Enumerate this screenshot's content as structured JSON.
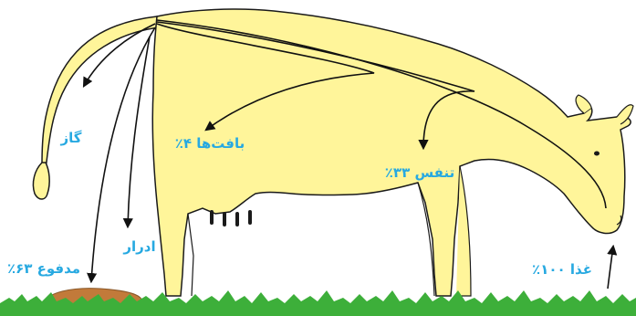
{
  "colors": {
    "cow_fill": "#FFF59A",
    "cow_stroke": "#1A1A1A",
    "label": "#27A9E1",
    "arrow": "#111111",
    "grass": "#3DAF3A",
    "manure": "#C27A3A"
  },
  "icons": {
    "animal": "cow-icon",
    "ground": "grass-icon",
    "waste": "manure-pile-icon"
  },
  "labels": {
    "gas": "گاز",
    "tissues": "بافت‌ها ۴٪",
    "respiration": "تنفس ۳۳٪",
    "urine": "ادرار",
    "feces": "مدفوع ۶۳٪",
    "food": "غذا ۱۰۰٪"
  }
}
